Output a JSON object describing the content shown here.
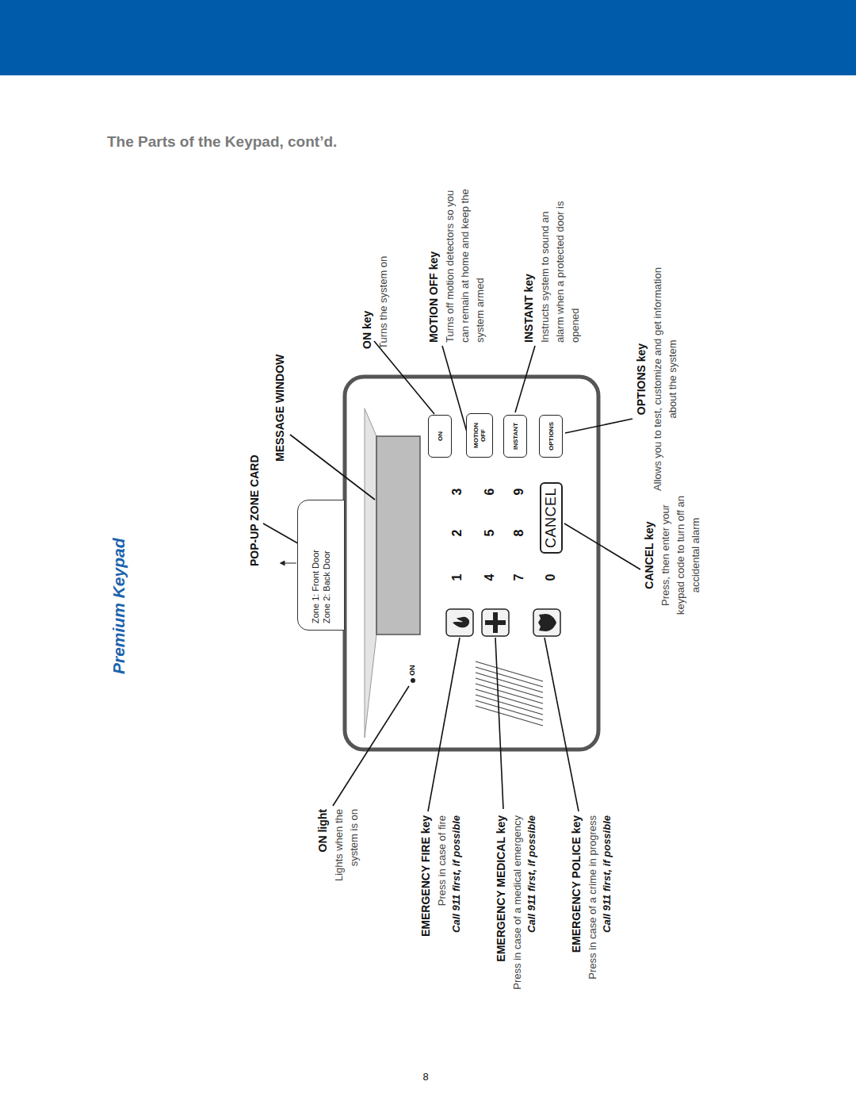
{
  "diagram": {
    "title": "The Parts of the Keypad, cont’d.",
    "nodes": [
      {
        "text": [
          "Zone 1: Front Door",
          "Zone 2: Back Door"
        ]
      },
      {
        "text": [
          "CANCEL"
        ]
      },
      {
        "text": [
          "ON"
        ]
      },
      {
        "text": [
          "MOTION OFF"
        ]
      },
      {
        "text": [
          "INSTANT"
        ]
      },
      {
        "text": [
          "OPTIONS"
        ]
      }
    ],
    "labels": [
      "Premium Keypad",
      "POP-UP ZONE CARD",
      "MESSAGE WINDOW",
      "ON",
      "ON key",
      "Turns the system on",
      "MOTION OFF key",
      "Turns off motion detectors so you can remain at home and keep the system armed",
      "INSTANT key",
      "Instructs system to sound an alarm when a protected door is opened",
      "OPTIONS key",
      "Allows you to test, customize and get information about the system",
      "CANCEL key",
      "Press, then enter your keypad code to turn off an accidental alarm",
      "ON light",
      "Lights when the system is on",
      "EMERGENCY FIRE key",
      "Press in case of fire",
      "Call 911 first, if possible",
      "EMERGENCY MEDICAL key",
      "Press in case of a medical emergency",
      "Call 911 first, if possible",
      "EMERGENCY POLICE key",
      "Press in case of a crime in progress",
      "Call 911 first, if possible",
      "8",
      "1",
      "2",
      "3",
      "4",
      "5",
      "6",
      "7",
      "8",
      "9",
      "0"
    ]
  }
}
